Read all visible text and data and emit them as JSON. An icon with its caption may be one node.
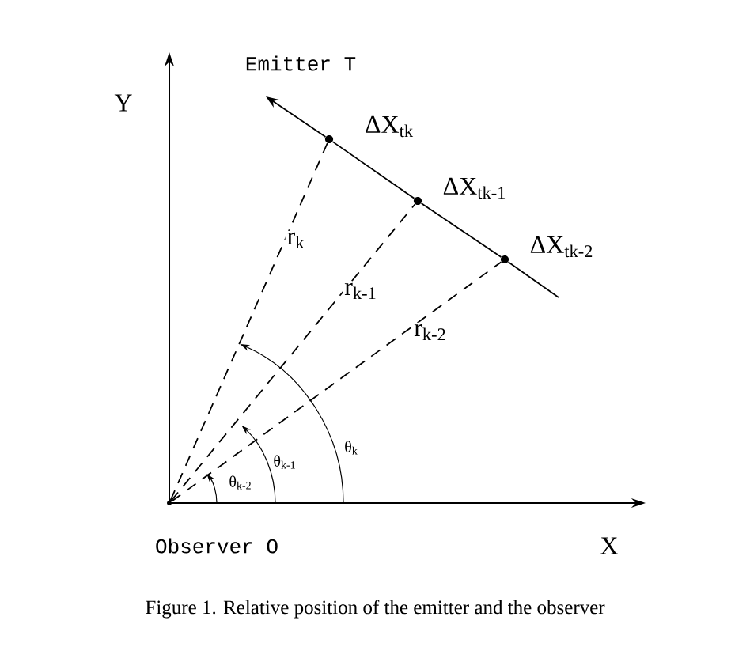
{
  "diagram": {
    "caption": "Figure 1.   Relative position of the emitter and the observer",
    "nodes": [
      {
        "text": [],
        "shape": "point",
        "beside": [
          "Observer O"
        ]
      },
      {
        "text": [],
        "shape": "dot",
        "beside": [
          "ΔX$_{tk}$"
        ]
      },
      {
        "text": [],
        "shape": "dot",
        "beside": [
          "ΔX$_{tk-1}$"
        ]
      },
      {
        "text": [],
        "shape": "dot",
        "beside": [
          "ΔX$_{tk-2}$"
        ]
      }
    ],
    "edges": [
      {
        "from": 0,
        "to": 1,
        "arrow": "none",
        "style": "dashed",
        "label": "r$_{k}$"
      },
      {
        "from": 0,
        "to": 2,
        "arrow": "none",
        "style": "dashed",
        "label": "r$_{k-1}$"
      },
      {
        "from": 0,
        "to": 3,
        "arrow": "none",
        "style": "dashed",
        "label": "r$_{k-2}$"
      },
      {
        "from": 3,
        "to": 2,
        "arrow": "none"
      },
      {
        "from": 2,
        "to": 1,
        "arrow": "none"
      },
      {
        "from": 1,
        "to": null,
        "arrow": "to"
      },
      {
        "from": 3,
        "to": null,
        "arrow": "none"
      }
    ],
    "labels": [
      "Emitter T",
      "Y",
      "θ$_{k}$",
      "θ$_{k-1}$",
      "θ$_{k-2}$",
      "X"
    ]
  }
}
